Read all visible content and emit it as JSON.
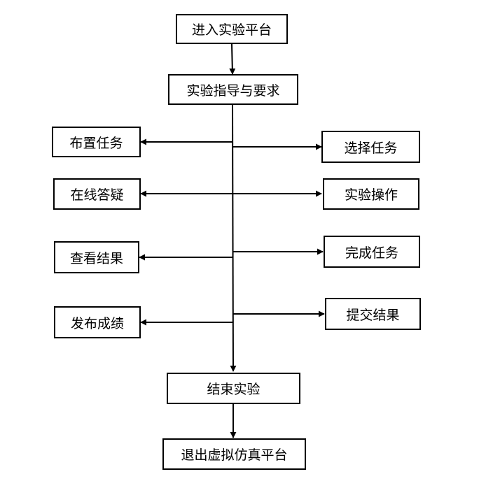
{
  "diagram": {
    "nodes": {
      "enter": "进入实验平台",
      "guide": "实验指导与要求",
      "assign": "布置任务",
      "select": "选择任务",
      "qa": "在线答疑",
      "operate": "实验操作",
      "view": "查看结果",
      "complete": "完成任务",
      "publish": "发布成绩",
      "submit": "提交结果",
      "end": "结束实验",
      "exit": "退出虚拟仿真平台"
    }
  }
}
